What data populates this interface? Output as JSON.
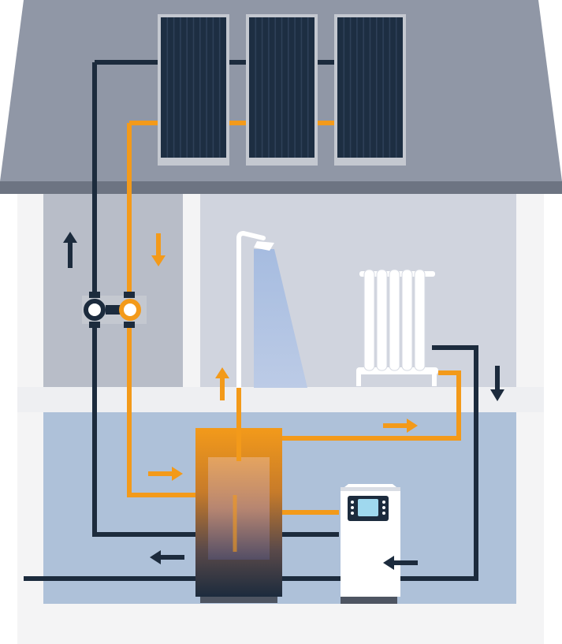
{
  "palette": {
    "roof": "#9097a6",
    "roof_edge": "#6d7482",
    "wall": "#f4f4f5",
    "attic": "#b8bdc8",
    "upper_room": "#d0d4de",
    "floor_slab": "#eeeff2",
    "basement": "#aec1d9",
    "panel_frame": "#c4c8d0",
    "panel_dark": "#1d2e42",
    "pipe_cold": "#1c2b3d",
    "pipe_hot": "#f39a1a",
    "shower_fixture": "#ffffff",
    "water_stream": "#a6bce0",
    "radiator": "#ffffff",
    "boiler_body": "#ffffff",
    "boiler_display": "#9fd8ee",
    "tank_top": "#f39a1a",
    "tank_bottom": "#1c2b3d"
  },
  "components": {
    "solar_panel_count": 3,
    "flow_arrows": [
      "up",
      "down",
      "down",
      "right",
      "right",
      "left",
      "left",
      "up"
    ]
  }
}
